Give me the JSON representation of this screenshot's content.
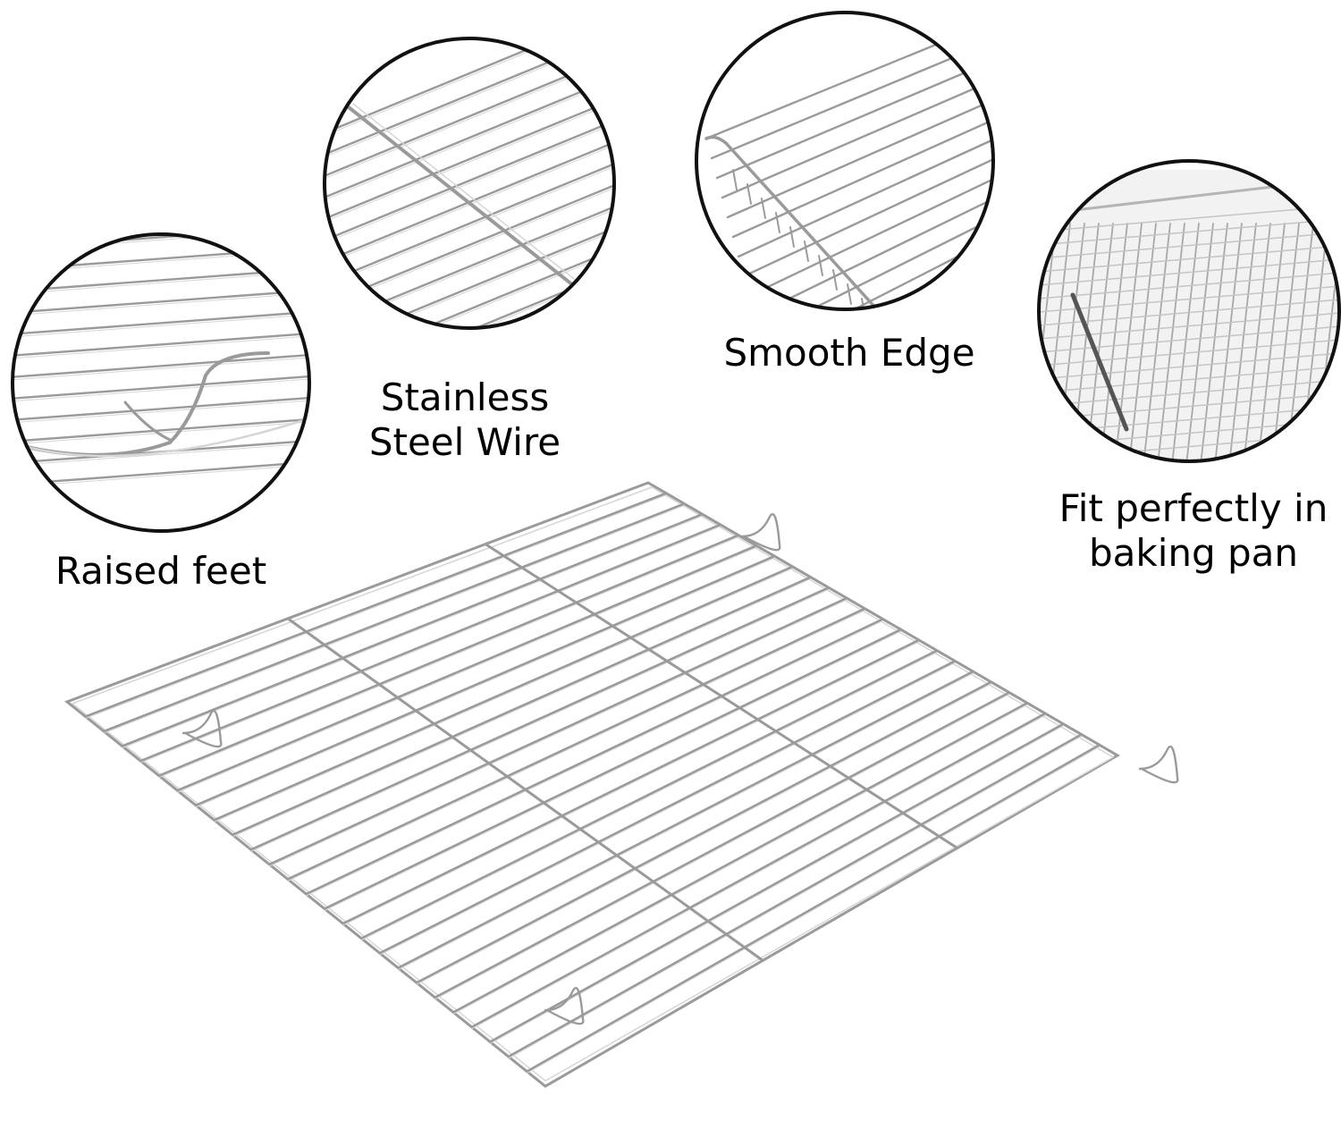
{
  "features": [
    {
      "id": "raised-feet",
      "lines": [
        "Raised feet"
      ]
    },
    {
      "id": "stainless-steel-wire",
      "lines": [
        "Stainless",
        "Steel Wire"
      ]
    },
    {
      "id": "smooth-edge",
      "lines": [
        "Smooth Edge"
      ]
    },
    {
      "id": "fit-in-pan",
      "lines": [
        "Fit perfectly in",
        "baking pan"
      ]
    }
  ],
  "colors": {
    "background": "#ffffff",
    "circle_border": "#111111",
    "wire": "#9a9a9a",
    "wire_highlight": "#d6d6d6",
    "text": "#000000"
  }
}
